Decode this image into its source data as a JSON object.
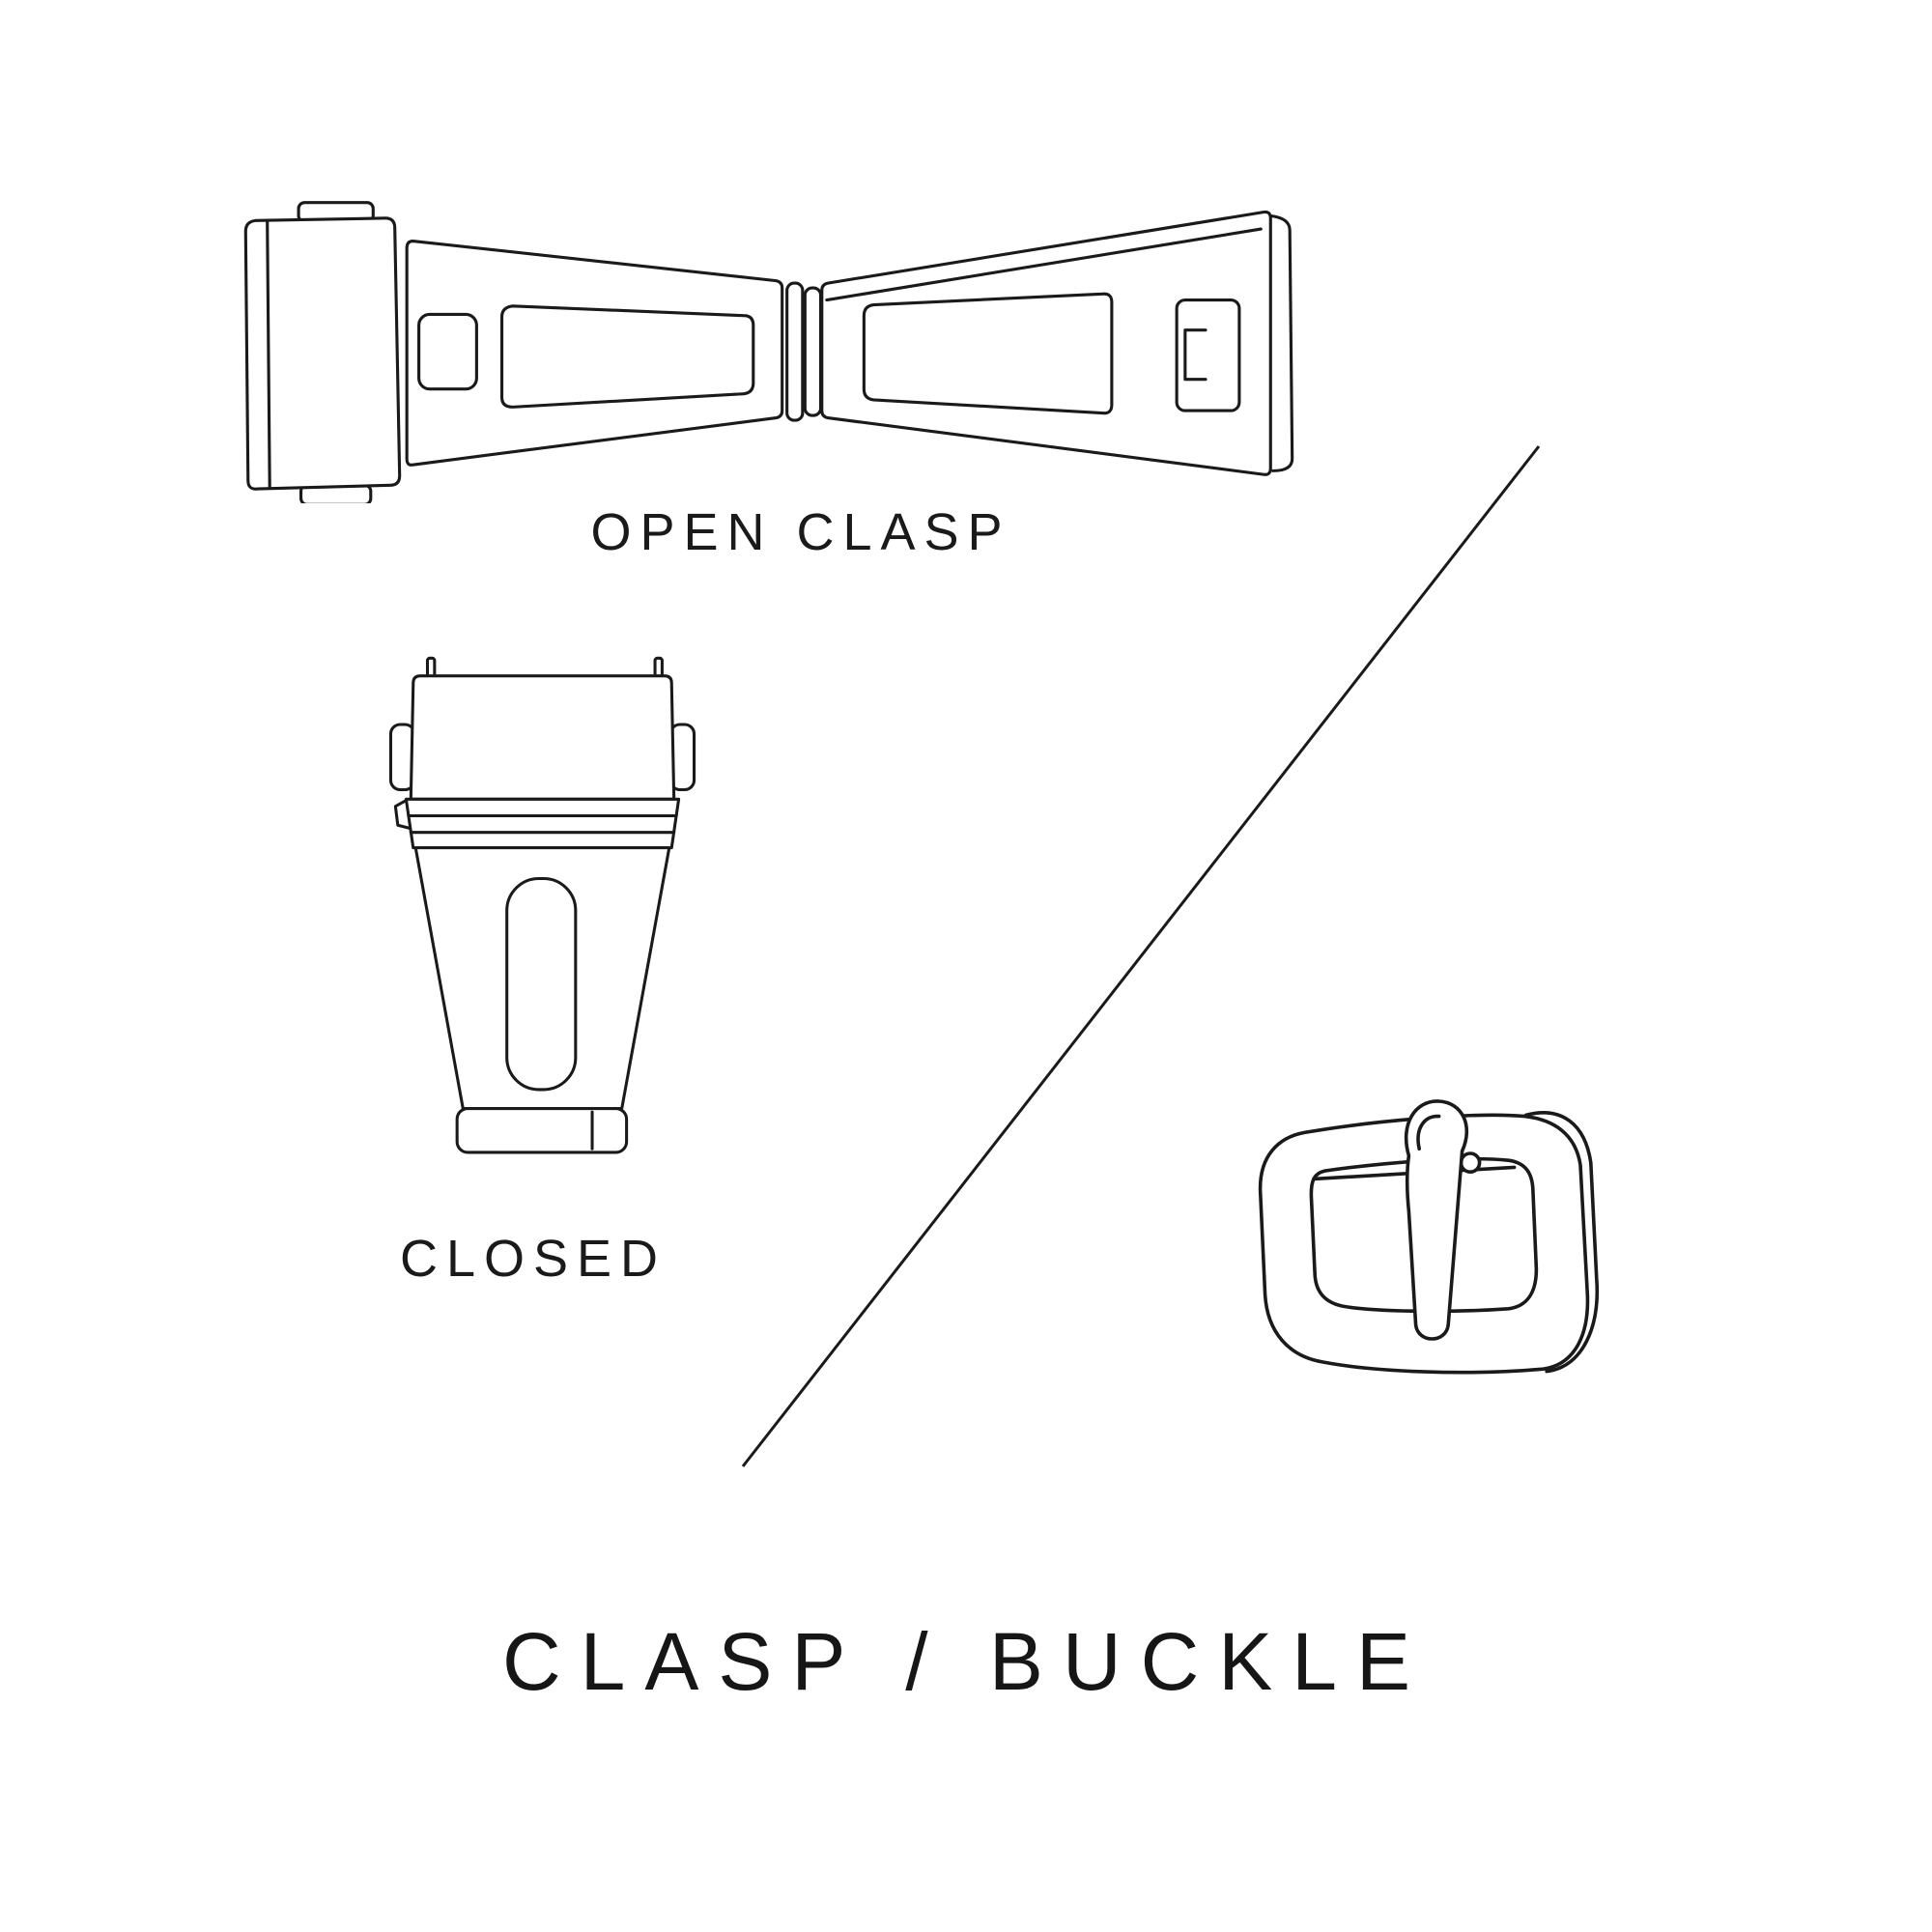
{
  "page": {
    "background": "#ffffff",
    "ink": "#1a1a1a"
  },
  "labels": {
    "open_clasp": "OPEN CLASP",
    "closed": "CLOSED"
  },
  "title": "CLASP / BUCKLE",
  "icons": {
    "open_clasp": "open-clasp-illustration",
    "closed_clasp": "closed-clasp-illustration",
    "tang_buckle": "tang-buckle-illustration",
    "divider": "diagonal-divider-line"
  }
}
